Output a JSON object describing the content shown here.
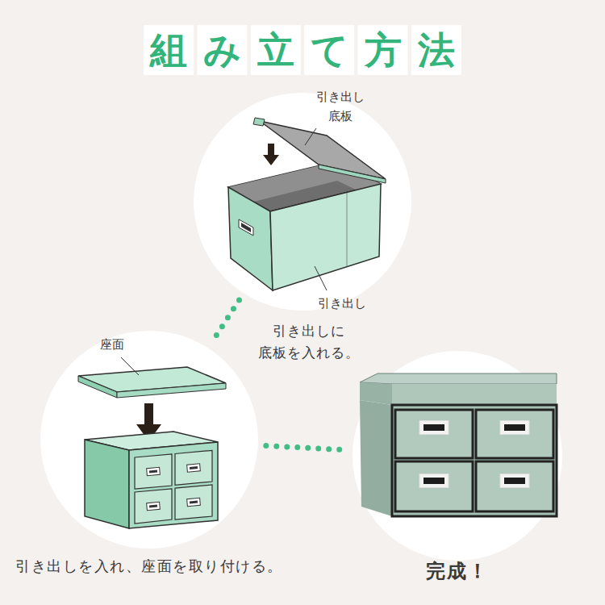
{
  "diagram": {
    "title": "組み立て方法",
    "nodes": [
      {
        "text": [
          "引き出しに 底板を入れる。"
        ]
      },
      {
        "text": [
          "引き出しを入れ、座面を取り付ける。"
        ]
      },
      {
        "text": [
          "完成！"
        ]
      }
    ],
    "edges": [
      {
        "from": 0,
        "to": 1,
        "arrow": "none"
      },
      {
        "from": 1,
        "to": 2,
        "arrow": "none"
      }
    ],
    "labels": [
      "引き出し 底板",
      "引き出し",
      "座面"
    ]
  }
}
